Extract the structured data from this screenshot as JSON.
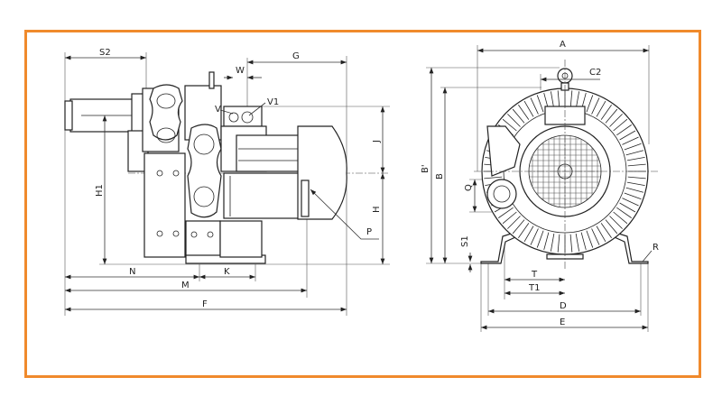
{
  "frame_color": "#f08a2c",
  "side_view": {
    "labels": {
      "S2": "S2",
      "G": "G",
      "W": "W",
      "V": "V",
      "V1": "V1",
      "J": "J",
      "H": "H",
      "P": "P",
      "H1": "H1",
      "N": "N",
      "K": "K",
      "M": "M",
      "F": "F"
    }
  },
  "front_view": {
    "labels": {
      "A": "A",
      "B_prime": "B'",
      "B": "B",
      "C2": "C2",
      "Q": "Q",
      "S1": "S1",
      "T": "T",
      "T1": "T1",
      "D": "D",
      "E": "E",
      "R": "R"
    }
  }
}
